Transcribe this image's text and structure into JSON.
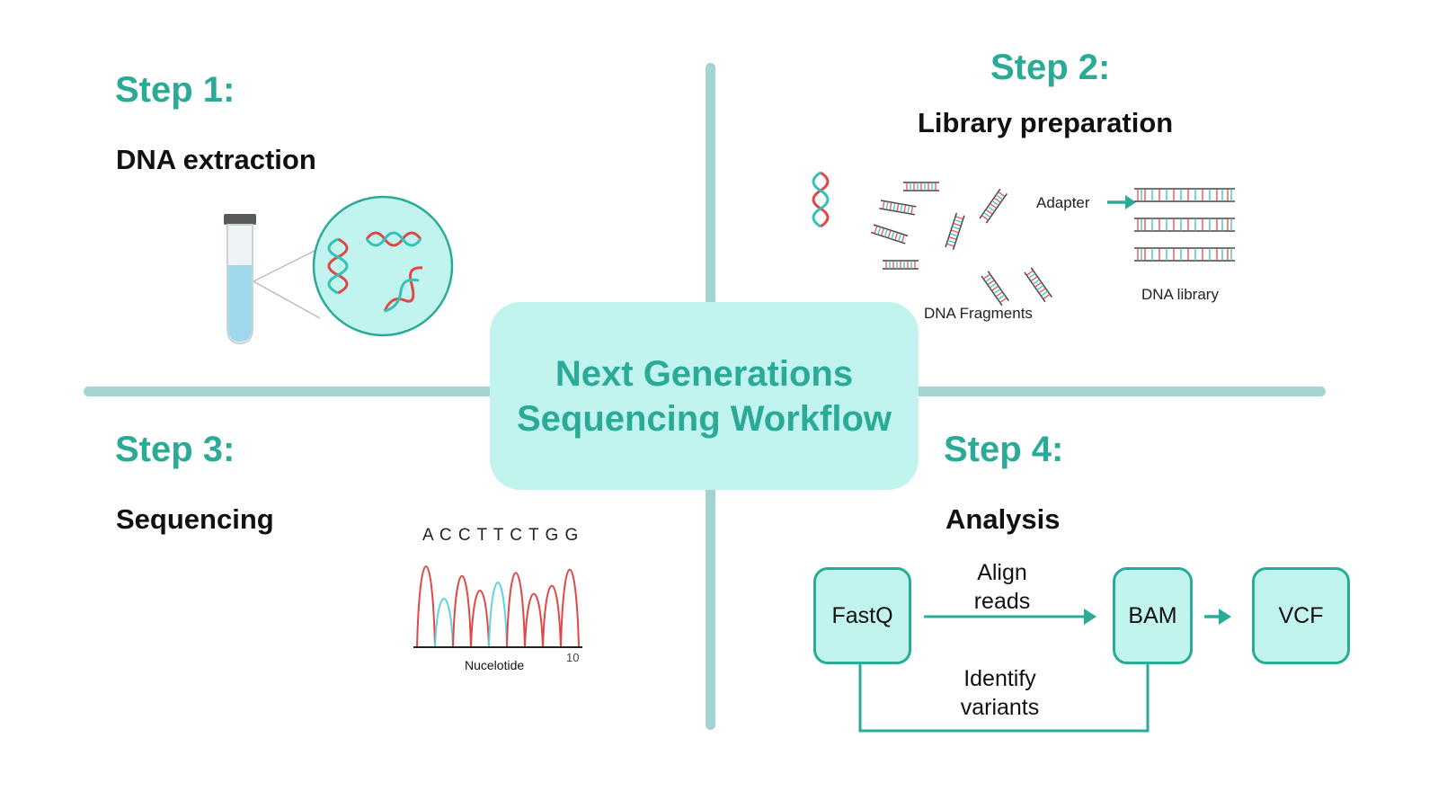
{
  "colors": {
    "accent": "#2bab97",
    "divider": "#a4d4d2",
    "center_fill": "#c1f3ef",
    "dna_red": "#e04848",
    "dna_teal": "#35c1b8",
    "tube_liquid": "#9fd8ea",
    "chromatogram_red": "#e04848",
    "chromatogram_cyan": "#5fd3e0"
  },
  "center": {
    "title_line1": "Next Generations",
    "title_line2": "Sequencing Workflow"
  },
  "step1": {
    "title": "Step 1:",
    "subtitle": "DNA extraction",
    "icons": [
      "test-tube-icon",
      "magnifier-circle-icon",
      "dna-helix-icon"
    ]
  },
  "step2": {
    "title": "Step 2:",
    "subtitle": "Library preparation",
    "fragments_label": "DNA Fragments",
    "adapter_label": "Adapter",
    "library_label": "DNA library"
  },
  "step3": {
    "title": "Step 3:",
    "subtitle": "Sequencing",
    "sequence": "A C C T T C T G G",
    "x_label": "Nucelotide",
    "x_tick": "10",
    "peak_colors": [
      "red",
      "cyan",
      "red",
      "red",
      "cyan",
      "red",
      "red",
      "red",
      "red"
    ]
  },
  "step4": {
    "title": "Step 4:",
    "subtitle": "Analysis",
    "nodes": {
      "fastq": "FastQ",
      "bam": "BAM",
      "vcf": "VCF"
    },
    "align_line1": "Align",
    "align_line2": "reads",
    "identify_line1": "Identify",
    "identify_line2": "variants"
  }
}
